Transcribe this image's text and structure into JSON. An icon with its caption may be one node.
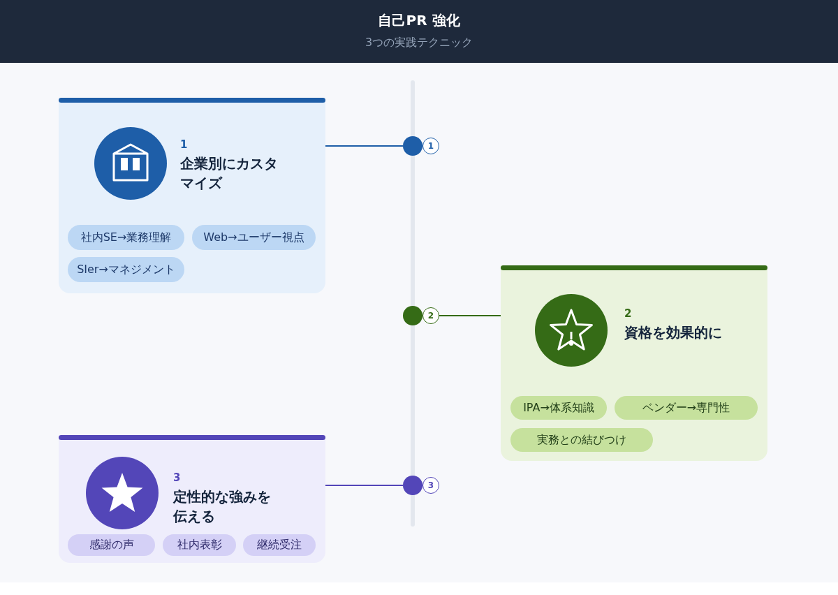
{
  "diagram": {
    "title": "自己PR 強化",
    "nodes": [
      {
        "text": [
          "1",
          "企業別にカスタマイズ"
        ]
      },
      {
        "text": [
          "社内SE→業務理解"
        ],
        "in": 0
      },
      {
        "text": [
          "Web→ユーザー視点"
        ],
        "in": 0
      },
      {
        "text": [
          "SIer→マネジメント"
        ],
        "in": 0
      },
      {
        "text": [],
        "shape": "circle"
      },
      {
        "text": [
          "1"
        ]
      },
      {
        "text": [],
        "shape": "circle"
      },
      {
        "text": [
          "2"
        ]
      },
      {
        "text": [
          "2",
          "資格を効果的に"
        ]
      },
      {
        "text": [
          "IPA→体系知識"
        ],
        "in": 8
      },
      {
        "text": [
          "ベンダー→専門性"
        ],
        "in": 8
      },
      {
        "text": [
          "実務との結びつけ"
        ],
        "in": 8
      },
      {
        "text": [],
        "shape": "circle"
      },
      {
        "text": [
          "3"
        ]
      },
      {
        "text": [
          "3",
          "定性的な強みを伝える"
        ]
      },
      {
        "text": [
          "感謝の声"
        ],
        "in": 14
      },
      {
        "text": [
          "社内表彰"
        ],
        "in": 14
      },
      {
        "text": [
          "継続受注"
        ],
        "in": 14
      }
    ],
    "edges": [
      {
        "from": 0,
        "to": 4,
        "arrow": "none",
        "color": "#1e5ea8"
      },
      {
        "from": 7,
        "to": 8,
        "arrow": "none",
        "color": "#356b16"
      },
      {
        "from": 14,
        "to": 12,
        "arrow": "none",
        "color": "#5346b8"
      }
    ],
    "labels": [
      "3つの実践テクニック"
    ]
  }
}
